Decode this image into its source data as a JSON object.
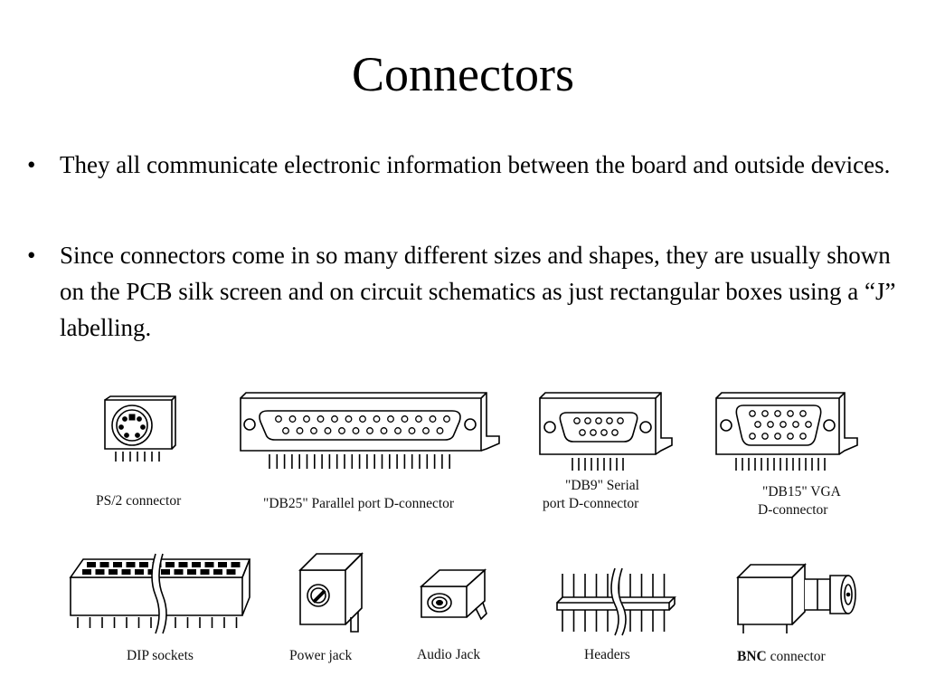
{
  "slide": {
    "title": "Connectors",
    "bullets": [
      "They all communicate electronic information between the board and outside devices.",
      "Since connectors come in so many different sizes and shapes, they are usually shown on the PCB silk screen and on circuit schematics as just rectangular boxes using a “J” labelling."
    ],
    "bullet_marker": "•"
  },
  "figures": {
    "ps2": {
      "caption": "PS/2 connector"
    },
    "db25": {
      "caption": "\"DB25\"  Parallel port D-connector"
    },
    "db9": {
      "caption_line1": "\"DB9\" Serial",
      "caption_line2": "port D-connector"
    },
    "db15": {
      "caption_line1": "\"DB15\" VGA",
      "caption_line2": "D-connector"
    },
    "dip": {
      "caption": "DIP sockets"
    },
    "power": {
      "caption": "Power jack"
    },
    "audio": {
      "caption": "Audio Jack"
    },
    "headers": {
      "caption": "Headers"
    },
    "bnc": {
      "caption_bold": "BNC",
      "caption_rest": " connector"
    }
  }
}
